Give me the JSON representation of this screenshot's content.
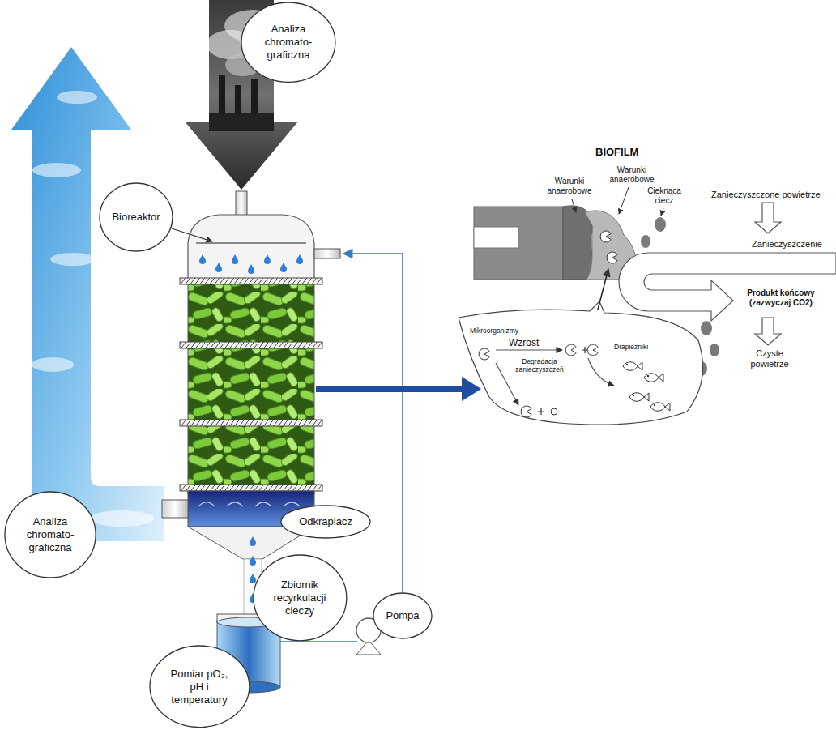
{
  "diagram": {
    "nodes": [
      {
        "text": [
          "Analiza chromato-graficzna"
        ]
      },
      {
        "text": [
          "Bioreaktor"
        ]
      },
      {
        "text": [
          "Analiza chromato-graficzna"
        ]
      },
      {
        "text": [
          "Odkraplacz"
        ]
      },
      {
        "text": [
          "Zbiornik recyrkulacji cieczy"
        ]
      },
      {
        "text": [
          "Pompa"
        ]
      },
      {
        "text": [
          "Pomiar pO₂, pH i temperatury"
        ]
      }
    ],
    "labels": [
      "BIOFILM",
      "Warunki anaerobowe",
      "Warunki anaerobowe",
      "Cieknąca ciecz",
      "Zanieczyszczone powietrze",
      "Zanieczyszczenie",
      "Produkt końcowy (zazwyczaj CO2)",
      "Czyste powietrze",
      "Mikroorganizmy",
      "Wzrost",
      "Degradacja zanieczyszczeń",
      "Drapieżniki"
    ]
  }
}
